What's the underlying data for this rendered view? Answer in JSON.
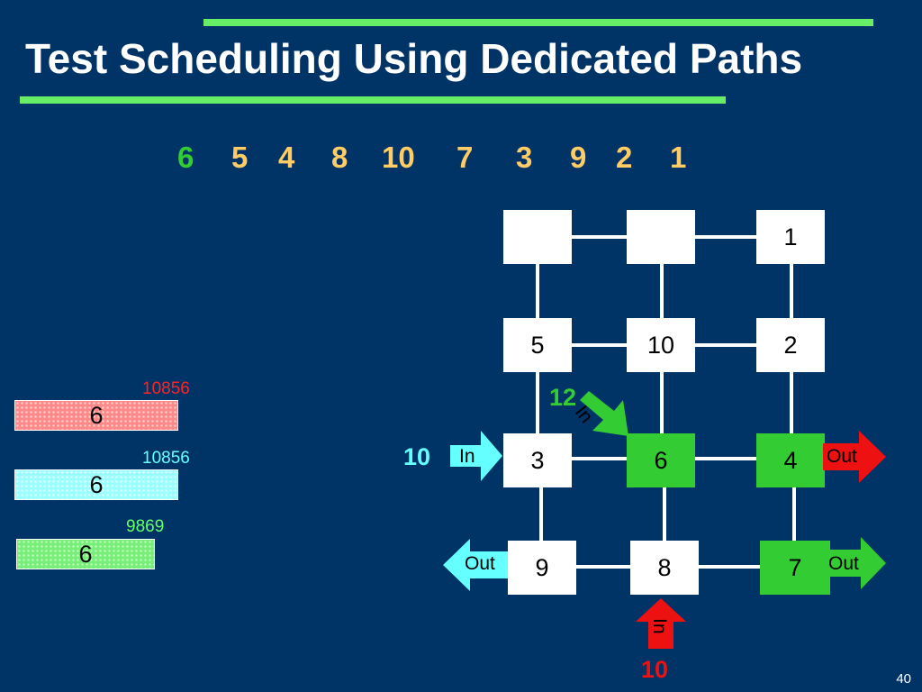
{
  "title": "Test Scheduling Using Dedicated Paths",
  "sequence": [
    "6",
    "5",
    "4",
    "8",
    "10",
    "7",
    "3",
    "9",
    "2",
    "1"
  ],
  "colors": {
    "background": "#003366",
    "accent_green": "#33cc33",
    "sequence": "#ffcc66",
    "in_cyan": "#66ffff",
    "out_red": "#ee1111",
    "bar_red_label": "#ff2222",
    "bar_cyan_label": "#66ffff",
    "bar_green_label": "#66ff66"
  },
  "nodes": {
    "r1c1": "",
    "r1c2": "",
    "r1c3": "1",
    "r2c1": "5",
    "r2c2": "10",
    "r2c3": "2",
    "r3c1": "3",
    "r3c2": "6",
    "r3c3": "4",
    "r4c1": "9",
    "r4c2": "8",
    "r4c3": "7"
  },
  "bars": [
    {
      "value": "10856",
      "label": "6"
    },
    {
      "value": "10856",
      "label": "6"
    },
    {
      "value": "9869",
      "label": "6"
    }
  ],
  "arrows": {
    "in_left": "In",
    "in_diag": "In",
    "in_bottom": "In",
    "out_right_6": "Out",
    "out_right_7": "Out",
    "out_left_9": "Out"
  },
  "labels": {
    "left_in": "10",
    "diag_in": "12",
    "bottom_in": "10"
  },
  "page_number": "40"
}
